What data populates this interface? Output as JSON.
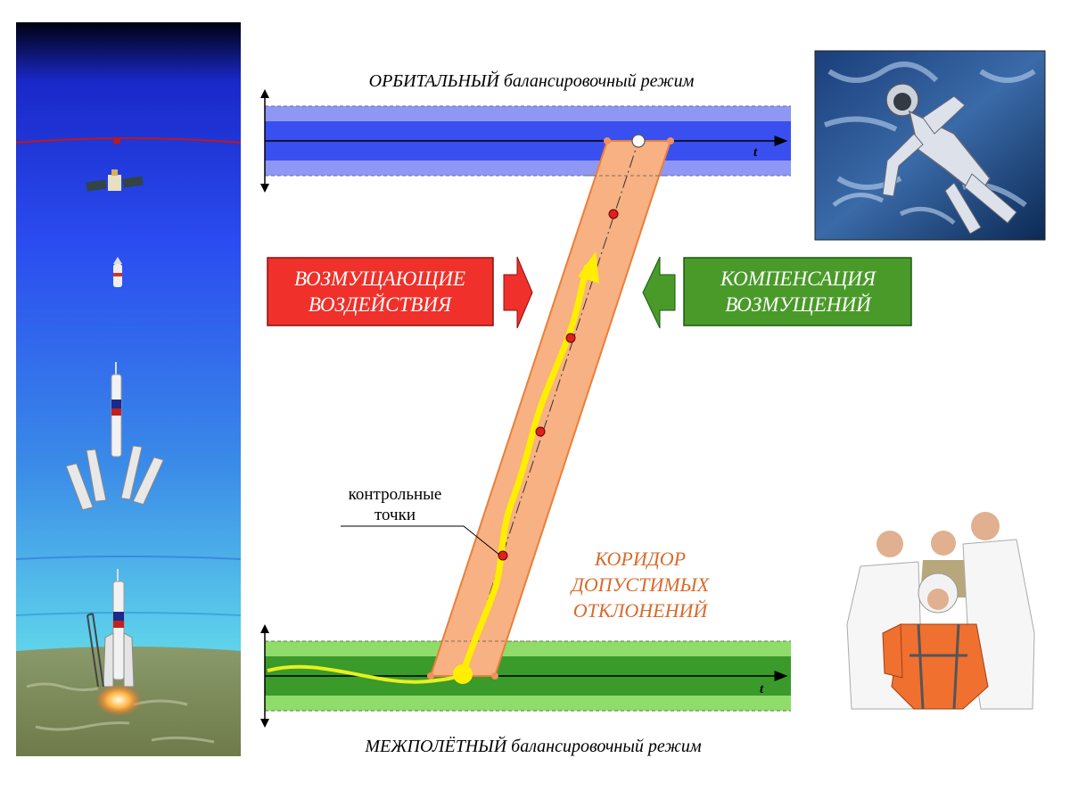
{
  "top_regime": {
    "title_caps": "ОРБИТАЛЬНЫЙ",
    "title_rest": " балансировочный режим",
    "axis_label": "t"
  },
  "bottom_regime": {
    "title_caps": "МЕЖПОЛЁТНЫЙ",
    "title_rest": " балансировочный режим",
    "axis_label": "t"
  },
  "disturbance_box": {
    "line1": "ВОЗМУЩАЮЩИЕ",
    "line2": "ВОЗДЕЙСТВИЯ"
  },
  "compensation_box": {
    "line1": "КОМПЕНСАЦИЯ",
    "line2": "ВОЗМУЩЕНИЙ"
  },
  "corridor_label": {
    "line1": "КОРИДОР",
    "line2": "ДОПУСТИМЫХ",
    "line3": "ОТКЛОНЕНИЙ"
  },
  "control_points_label": {
    "line1": "контрольные",
    "line2": "точки"
  },
  "colors": {
    "orbital_band_dark": "#3a4ff0",
    "orbital_band_light": "#8f97f5",
    "interflight_band_dark": "#3a9a2a",
    "interflight_band_light": "#8fdc6a",
    "corridor_fill": "#f7b182",
    "corridor_stroke": "#e8803c",
    "disturbance_red": "#f0302a",
    "compensation_green": "#4a9a2a",
    "trajectory_yellow": "#ffee00",
    "corridor_text": "#d86a2a"
  }
}
